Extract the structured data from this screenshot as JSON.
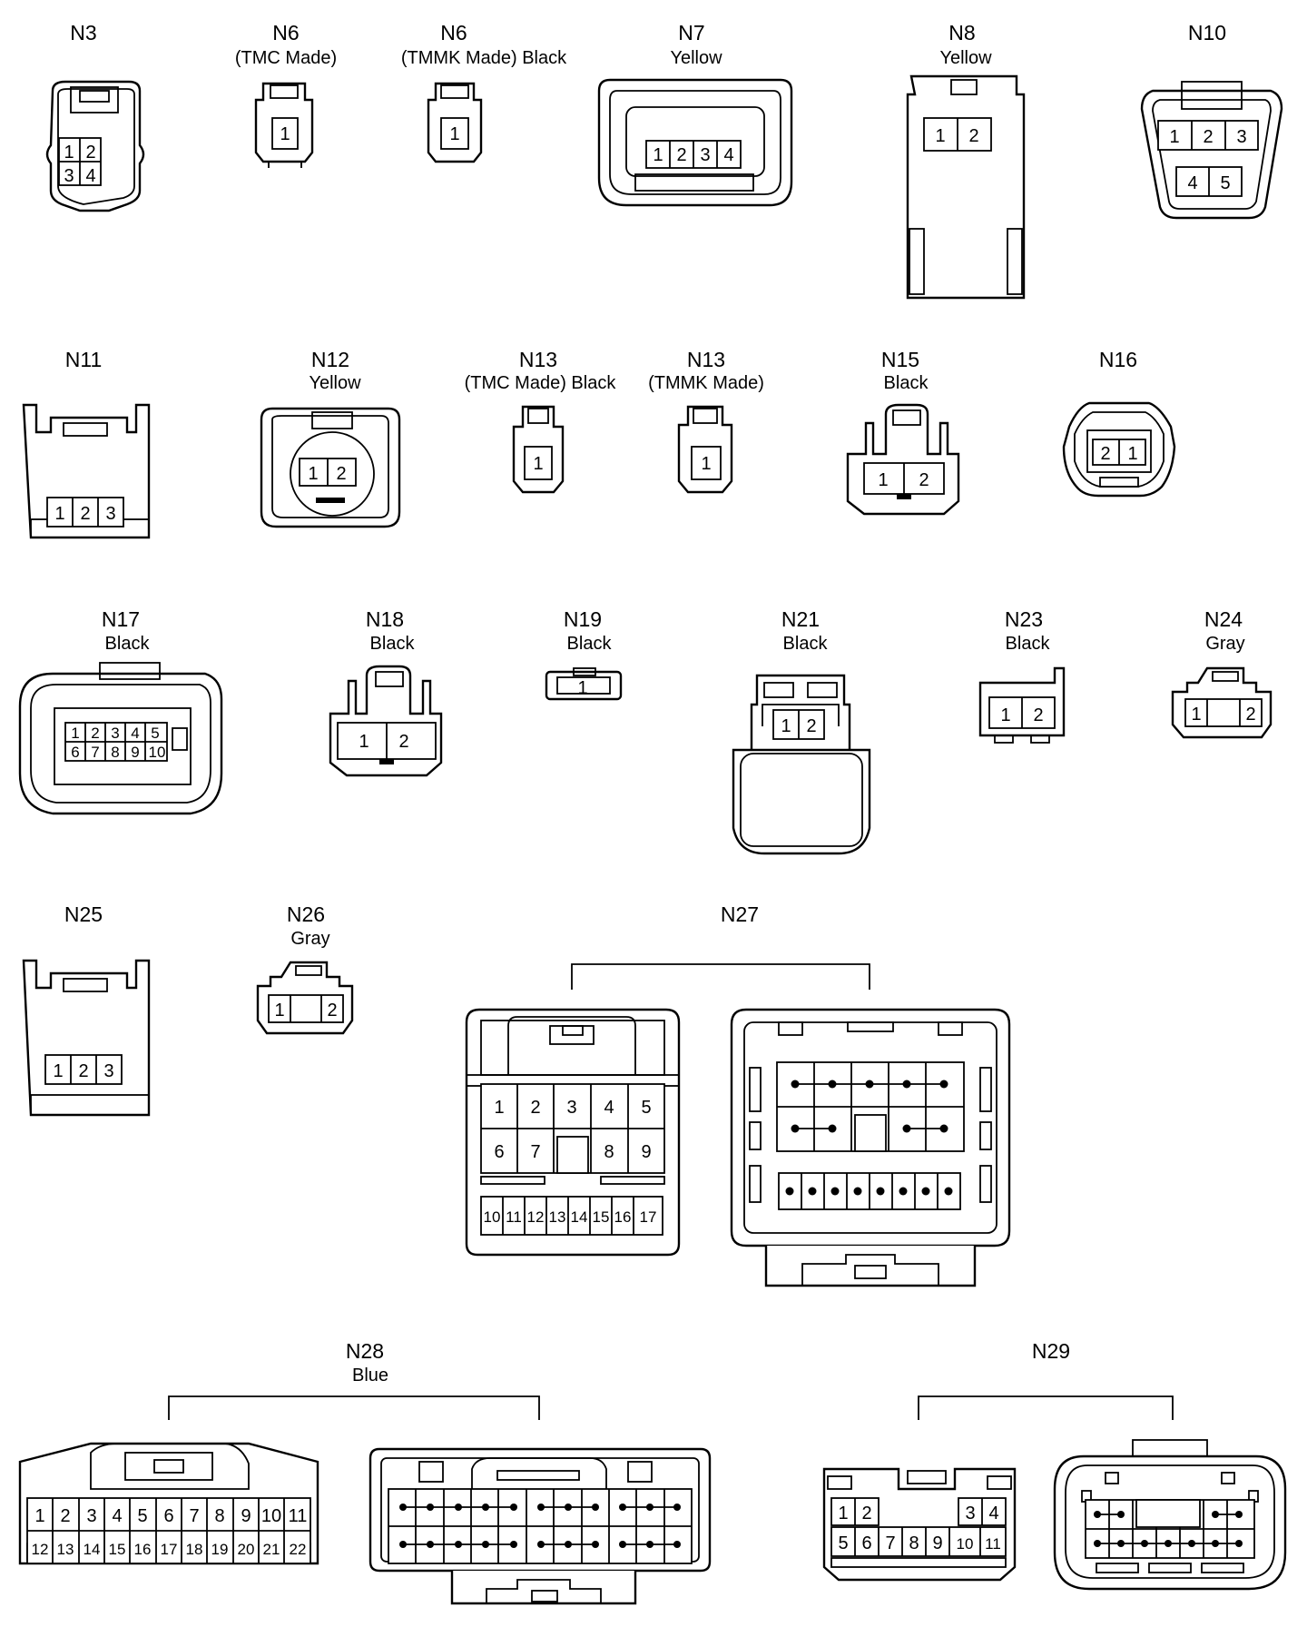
{
  "connectors": [
    {
      "id": "N3",
      "sublabel": "",
      "pins": [
        "1",
        "2",
        "3",
        "4"
      ]
    },
    {
      "id": "N6",
      "sublabel": "(TMC Made)",
      "pins": [
        "1"
      ]
    },
    {
      "id": "N6",
      "sublabel": "(TMMK Made)  Black",
      "pins": [
        "1"
      ]
    },
    {
      "id": "N7",
      "sublabel": "Yellow",
      "pins": [
        "1",
        "2",
        "3",
        "4"
      ]
    },
    {
      "id": "N8",
      "sublabel": "Yellow",
      "pins": [
        "1",
        "2"
      ]
    },
    {
      "id": "N10",
      "sublabel": "",
      "pins": [
        "1",
        "2",
        "3",
        "4",
        "5"
      ]
    },
    {
      "id": "N11",
      "sublabel": "",
      "pins": [
        "1",
        "2",
        "3"
      ]
    },
    {
      "id": "N12",
      "sublabel": "Yellow",
      "pins": [
        "1",
        "2"
      ]
    },
    {
      "id": "N13",
      "sublabel": "(TMC Made)  Black",
      "pins": [
        "1"
      ]
    },
    {
      "id": "N13",
      "sublabel": "(TMMK Made)",
      "pins": [
        "1"
      ]
    },
    {
      "id": "N15",
      "sublabel": "Black",
      "pins": [
        "1",
        "2"
      ]
    },
    {
      "id": "N16",
      "sublabel": "",
      "pins": [
        "2",
        "1"
      ]
    },
    {
      "id": "N17",
      "sublabel": "Black",
      "pins": [
        "1",
        "2",
        "3",
        "4",
        "5",
        "6",
        "7",
        "8",
        "9",
        "10"
      ]
    },
    {
      "id": "N18",
      "sublabel": "Black",
      "pins": [
        "1",
        "2"
      ]
    },
    {
      "id": "N19",
      "sublabel": "Black",
      "pins": [
        "1"
      ]
    },
    {
      "id": "N21",
      "sublabel": "Black",
      "pins": [
        "1",
        "2"
      ]
    },
    {
      "id": "N23",
      "sublabel": "Black",
      "pins": [
        "1",
        "2"
      ]
    },
    {
      "id": "N24",
      "sublabel": "Gray",
      "pins": [
        "1",
        "2"
      ]
    },
    {
      "id": "N25",
      "sublabel": "",
      "pins": [
        "1",
        "2",
        "3"
      ]
    },
    {
      "id": "N26",
      "sublabel": "Gray",
      "pins": [
        "1",
        "2"
      ]
    },
    {
      "id": "N27",
      "sublabel": "",
      "pins": [
        "1",
        "2",
        "3",
        "4",
        "5",
        "6",
        "7",
        "8",
        "9",
        "10",
        "11",
        "12",
        "13",
        "14",
        "15",
        "16",
        "17"
      ]
    },
    {
      "id": "N28",
      "sublabel": "Blue",
      "pins": [
        "1",
        "2",
        "3",
        "4",
        "5",
        "6",
        "7",
        "8",
        "9",
        "10",
        "11",
        "12",
        "13",
        "14",
        "15",
        "16",
        "17",
        "18",
        "19",
        "20",
        "21",
        "22"
      ]
    },
    {
      "id": "N29",
      "sublabel": "",
      "pins": [
        "1",
        "2",
        "3",
        "4",
        "5",
        "6",
        "7",
        "8",
        "9",
        "10",
        "11"
      ]
    }
  ]
}
